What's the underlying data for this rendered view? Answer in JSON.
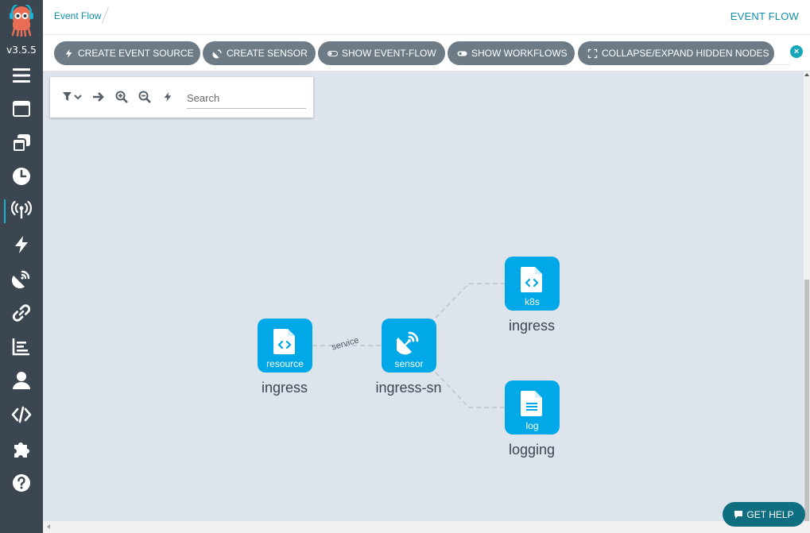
{
  "app": {
    "version": "v3.5.5"
  },
  "sidebar": {
    "items": [
      {
        "name": "menu",
        "icon": "hamburger-icon"
      },
      {
        "name": "workflows",
        "icon": "window-icon"
      },
      {
        "name": "workflow-templates",
        "icon": "stacked-windows-icon"
      },
      {
        "name": "cron-workflows",
        "icon": "clock-icon"
      },
      {
        "name": "event-flow",
        "icon": "broadcast-icon",
        "active": true
      },
      {
        "name": "event-sources",
        "icon": "bolt-icon"
      },
      {
        "name": "sensors",
        "icon": "satellite-dish-icon"
      },
      {
        "name": "workflow-event-bindings",
        "icon": "link-icon"
      },
      {
        "name": "reports",
        "icon": "bar-chart-icon"
      },
      {
        "name": "user",
        "icon": "user-icon"
      },
      {
        "name": "api-docs",
        "icon": "code-icon"
      },
      {
        "name": "plugins",
        "icon": "puzzle-icon"
      },
      {
        "name": "help",
        "icon": "question-icon"
      }
    ]
  },
  "header": {
    "breadcrumb": "Event Flow",
    "title": "EVENT FLOW"
  },
  "actions": {
    "create_event_source": "CREATE EVENT SOURCE",
    "create_sensor": "CREATE SENSOR",
    "show_event_flow": "SHOW EVENT-FLOW",
    "show_workflows": "SHOW WORKFLOWS",
    "collapse_expand": "COLLAPSE/EXPAND HIDDEN NODES"
  },
  "toolbox": {
    "search_placeholder": "Search"
  },
  "graph": {
    "nodes": [
      {
        "type": "resource",
        "label": "ingress",
        "icon": "code-file-icon"
      },
      {
        "type": "sensor",
        "label": "ingress-sn",
        "icon": "satellite-dish-icon"
      },
      {
        "type": "k8s",
        "label": "ingress",
        "icon": "code-file-icon"
      },
      {
        "type": "log",
        "label": "logging",
        "icon": "text-file-icon"
      }
    ],
    "edges": [
      {
        "from": "resource",
        "to": "sensor",
        "label": "service"
      },
      {
        "from": "sensor",
        "to": "k8s",
        "label": ""
      },
      {
        "from": "sensor",
        "to": "log",
        "label": ""
      }
    ]
  },
  "help": {
    "label": "GET HELP"
  },
  "colors": {
    "sidebar": "#3b4650",
    "accent": "#0f8fa8",
    "node": "#00a8e8",
    "pill": "#6d7b87",
    "canvas": "#dee4ec",
    "help": "#0f6f81"
  }
}
